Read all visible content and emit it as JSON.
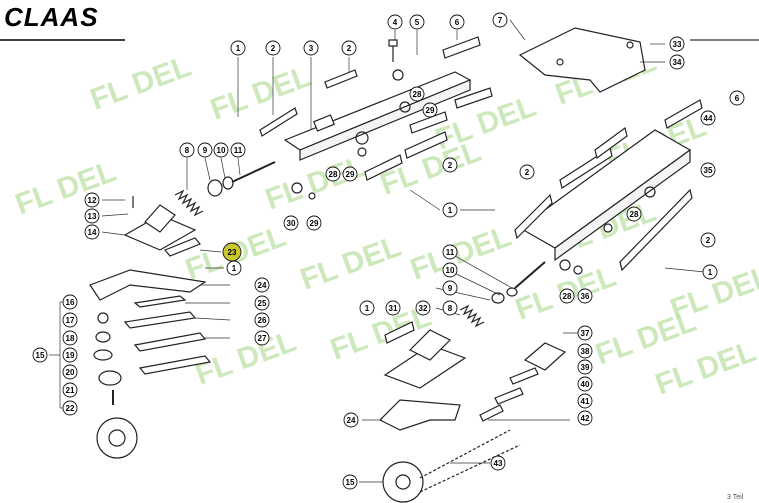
{
  "brand": {
    "logo_text": "CLAAS"
  },
  "watermark": {
    "text": "FL DEL"
  },
  "corner_note": "3 Teil",
  "callouts": [
    {
      "n": "1"
    },
    {
      "n": "2"
    },
    {
      "n": "3"
    },
    {
      "n": "2"
    },
    {
      "n": "4"
    },
    {
      "n": "5"
    },
    {
      "n": "6"
    },
    {
      "n": "7"
    },
    {
      "n": "33"
    },
    {
      "n": "34"
    },
    {
      "n": "28"
    },
    {
      "n": "29"
    },
    {
      "n": "28"
    },
    {
      "n": "29"
    },
    {
      "n": "2"
    },
    {
      "n": "8"
    },
    {
      "n": "9"
    },
    {
      "n": "10"
    },
    {
      "n": "11"
    },
    {
      "n": "12"
    },
    {
      "n": "13"
    },
    {
      "n": "14"
    },
    {
      "n": "23"
    },
    {
      "n": "1"
    },
    {
      "n": "30"
    },
    {
      "n": "29"
    },
    {
      "n": "1"
    },
    {
      "n": "6"
    },
    {
      "n": "44"
    },
    {
      "n": "2"
    },
    {
      "n": "35"
    },
    {
      "n": "28"
    },
    {
      "n": "2"
    },
    {
      "n": "1"
    },
    {
      "n": "24"
    },
    {
      "n": "16"
    },
    {
      "n": "25"
    },
    {
      "n": "17"
    },
    {
      "n": "26"
    },
    {
      "n": "18"
    },
    {
      "n": "27"
    },
    {
      "n": "15"
    },
    {
      "n": "19"
    },
    {
      "n": "20"
    },
    {
      "n": "21"
    },
    {
      "n": "22"
    },
    {
      "n": "11"
    },
    {
      "n": "10"
    },
    {
      "n": "9"
    },
    {
      "n": "8"
    },
    {
      "n": "28"
    },
    {
      "n": "36"
    },
    {
      "n": "1"
    },
    {
      "n": "31"
    },
    {
      "n": "32"
    },
    {
      "n": "37"
    },
    {
      "n": "38"
    },
    {
      "n": "39"
    },
    {
      "n": "40"
    },
    {
      "n": "41"
    },
    {
      "n": "42"
    },
    {
      "n": "24"
    },
    {
      "n": "43"
    },
    {
      "n": "15"
    }
  ],
  "highlight_color": "#c8c830",
  "watermark_color": "#b8e0a0"
}
